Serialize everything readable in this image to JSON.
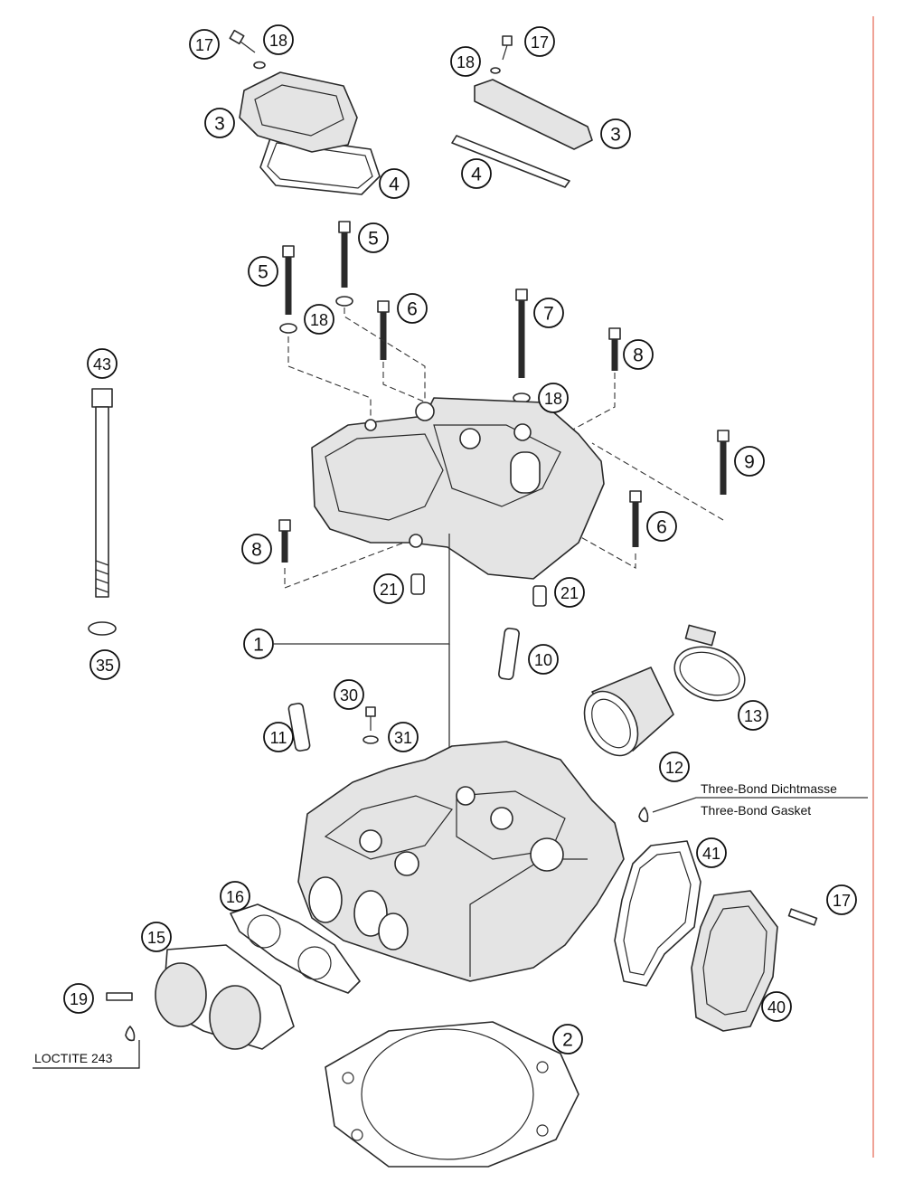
{
  "diagram": {
    "callouts": [
      {
        "id": "c-17-a",
        "label": "17"
      },
      {
        "id": "c-18-a",
        "label": "18"
      },
      {
        "id": "c-3-a",
        "label": "3"
      },
      {
        "id": "c-4-a",
        "label": "4"
      },
      {
        "id": "c-18-b",
        "label": "18"
      },
      {
        "id": "c-17-b",
        "label": "17"
      },
      {
        "id": "c-3-b",
        "label": "3"
      },
      {
        "id": "c-4-b",
        "label": "4"
      },
      {
        "id": "c-5-a",
        "label": "5"
      },
      {
        "id": "c-5-b",
        "label": "5"
      },
      {
        "id": "c-18-c",
        "label": "18"
      },
      {
        "id": "c-6-a",
        "label": "6"
      },
      {
        "id": "c-7",
        "label": "7"
      },
      {
        "id": "c-8-a",
        "label": "8"
      },
      {
        "id": "c-18-d",
        "label": "18"
      },
      {
        "id": "c-43",
        "label": "43"
      },
      {
        "id": "c-9",
        "label": "9"
      },
      {
        "id": "c-6-b",
        "label": "6"
      },
      {
        "id": "c-8-b",
        "label": "8"
      },
      {
        "id": "c-21-a",
        "label": "21"
      },
      {
        "id": "c-21-b",
        "label": "21"
      },
      {
        "id": "c-1",
        "label": "1"
      },
      {
        "id": "c-35",
        "label": "35"
      },
      {
        "id": "c-10",
        "label": "10"
      },
      {
        "id": "c-30",
        "label": "30"
      },
      {
        "id": "c-13",
        "label": "13"
      },
      {
        "id": "c-11",
        "label": "11"
      },
      {
        "id": "c-31",
        "label": "31"
      },
      {
        "id": "c-12",
        "label": "12"
      },
      {
        "id": "c-41",
        "label": "41"
      },
      {
        "id": "c-16",
        "label": "16"
      },
      {
        "id": "c-17-c",
        "label": "17"
      },
      {
        "id": "c-15",
        "label": "15"
      },
      {
        "id": "c-40",
        "label": "40"
      },
      {
        "id": "c-19",
        "label": "19"
      },
      {
        "id": "c-2",
        "label": "2"
      }
    ],
    "notes": {
      "threebond_de": "Three-Bond Dichtmasse",
      "threebond_en": "Three-Bond Gasket",
      "loctite": "LOCTITE 243"
    }
  }
}
